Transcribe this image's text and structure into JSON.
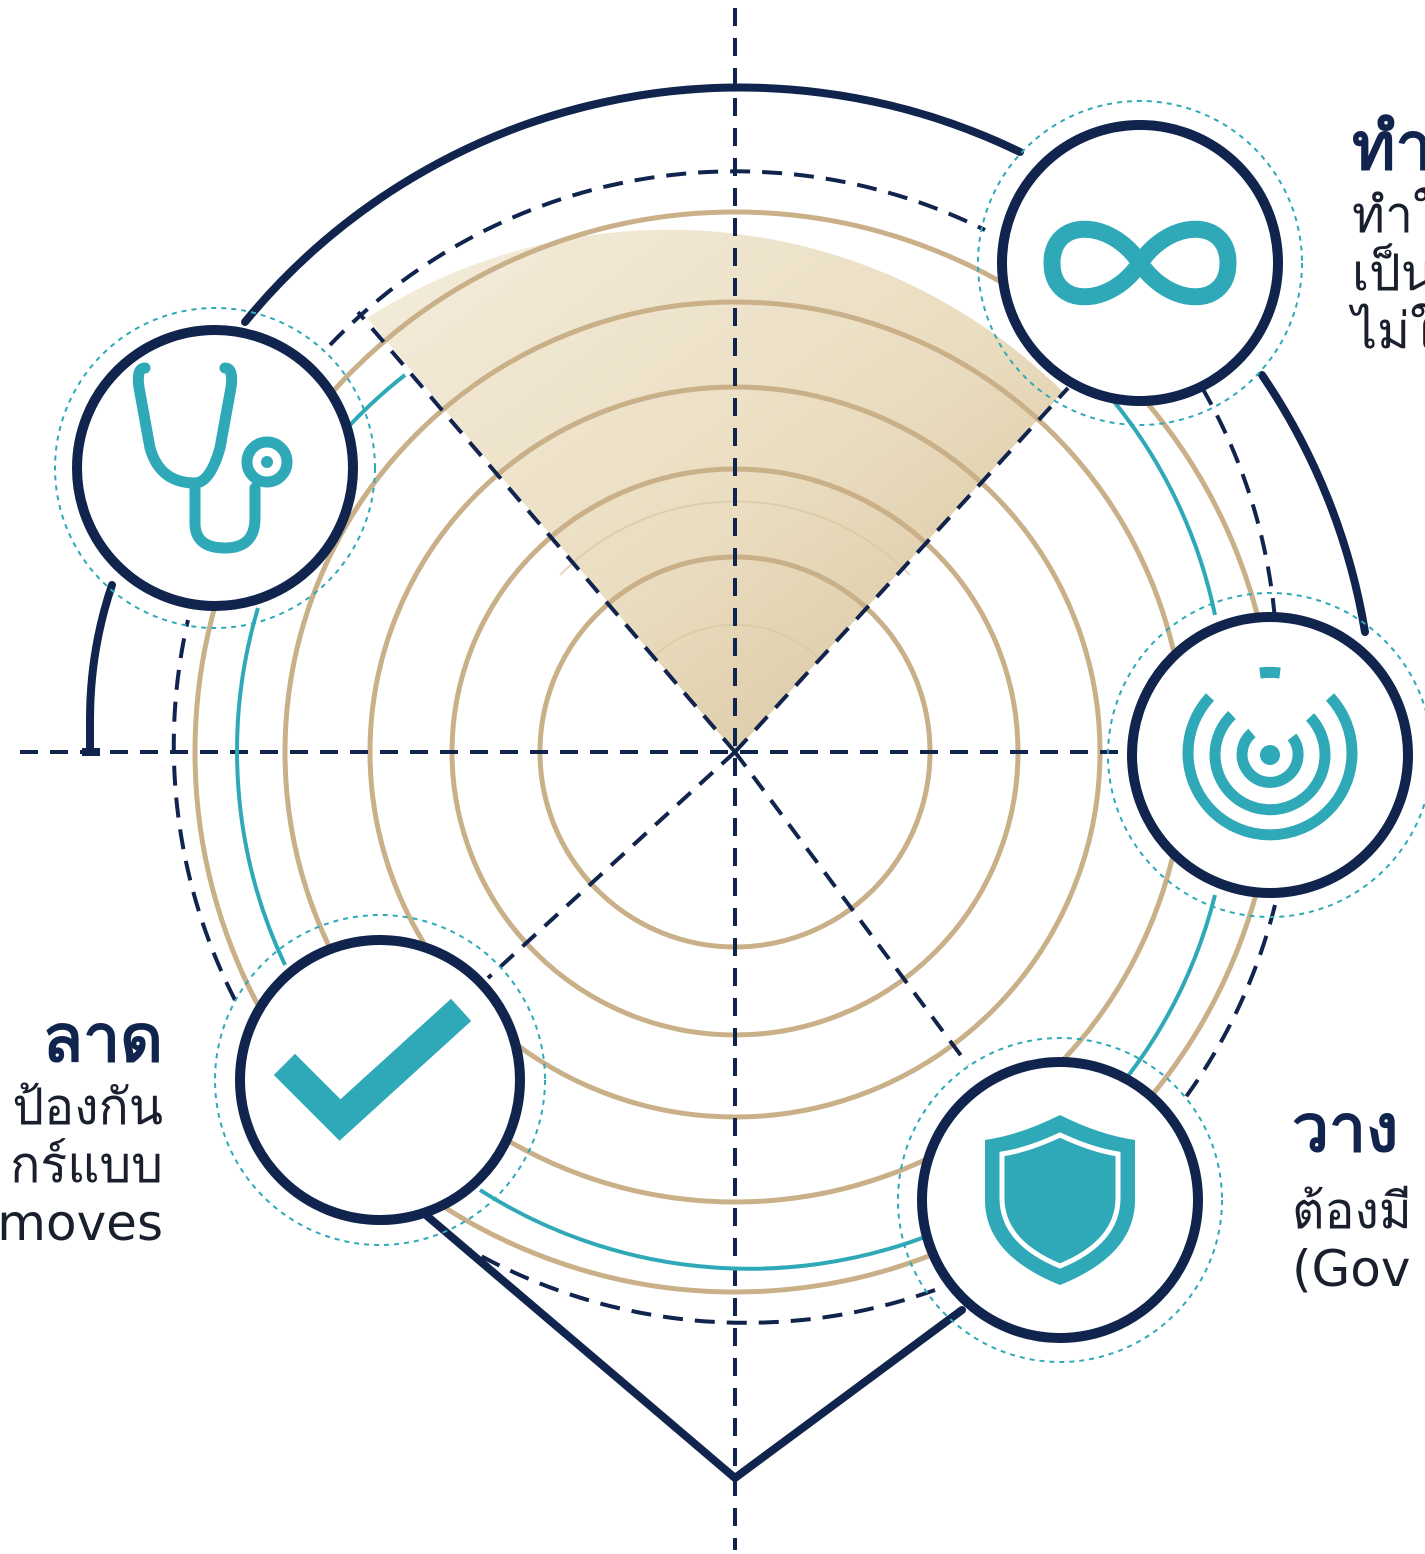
{
  "diagram": {
    "colors": {
      "navy": "#10244d",
      "teal": "#2fa9b8",
      "teal_light": "#56bcc8",
      "gold": "#c9b089",
      "gold_fill": "#e8dcc0"
    },
    "nodes": [
      {
        "id": "stethoscope",
        "icon": "stethoscope-icon"
      },
      {
        "id": "infinity",
        "icon": "infinity-icon"
      },
      {
        "id": "radar",
        "icon": "radar-target-icon"
      },
      {
        "id": "shield",
        "icon": "shield-icon"
      },
      {
        "id": "check",
        "icon": "checkmark-icon"
      }
    ],
    "labels": {
      "top_right": {
        "heading": "ทำ",
        "lines": [
          "ทำใ",
          "เป็น",
          "ไม่ใ"
        ]
      },
      "left": {
        "heading": "ลาด",
        "lines": [
          "ป้องกัน",
          "กร์แบบ",
          "moves"
        ]
      },
      "bottom_right": {
        "heading": "วาง",
        "lines": [
          "ต้องมี",
          "(Gov"
        ]
      }
    }
  }
}
